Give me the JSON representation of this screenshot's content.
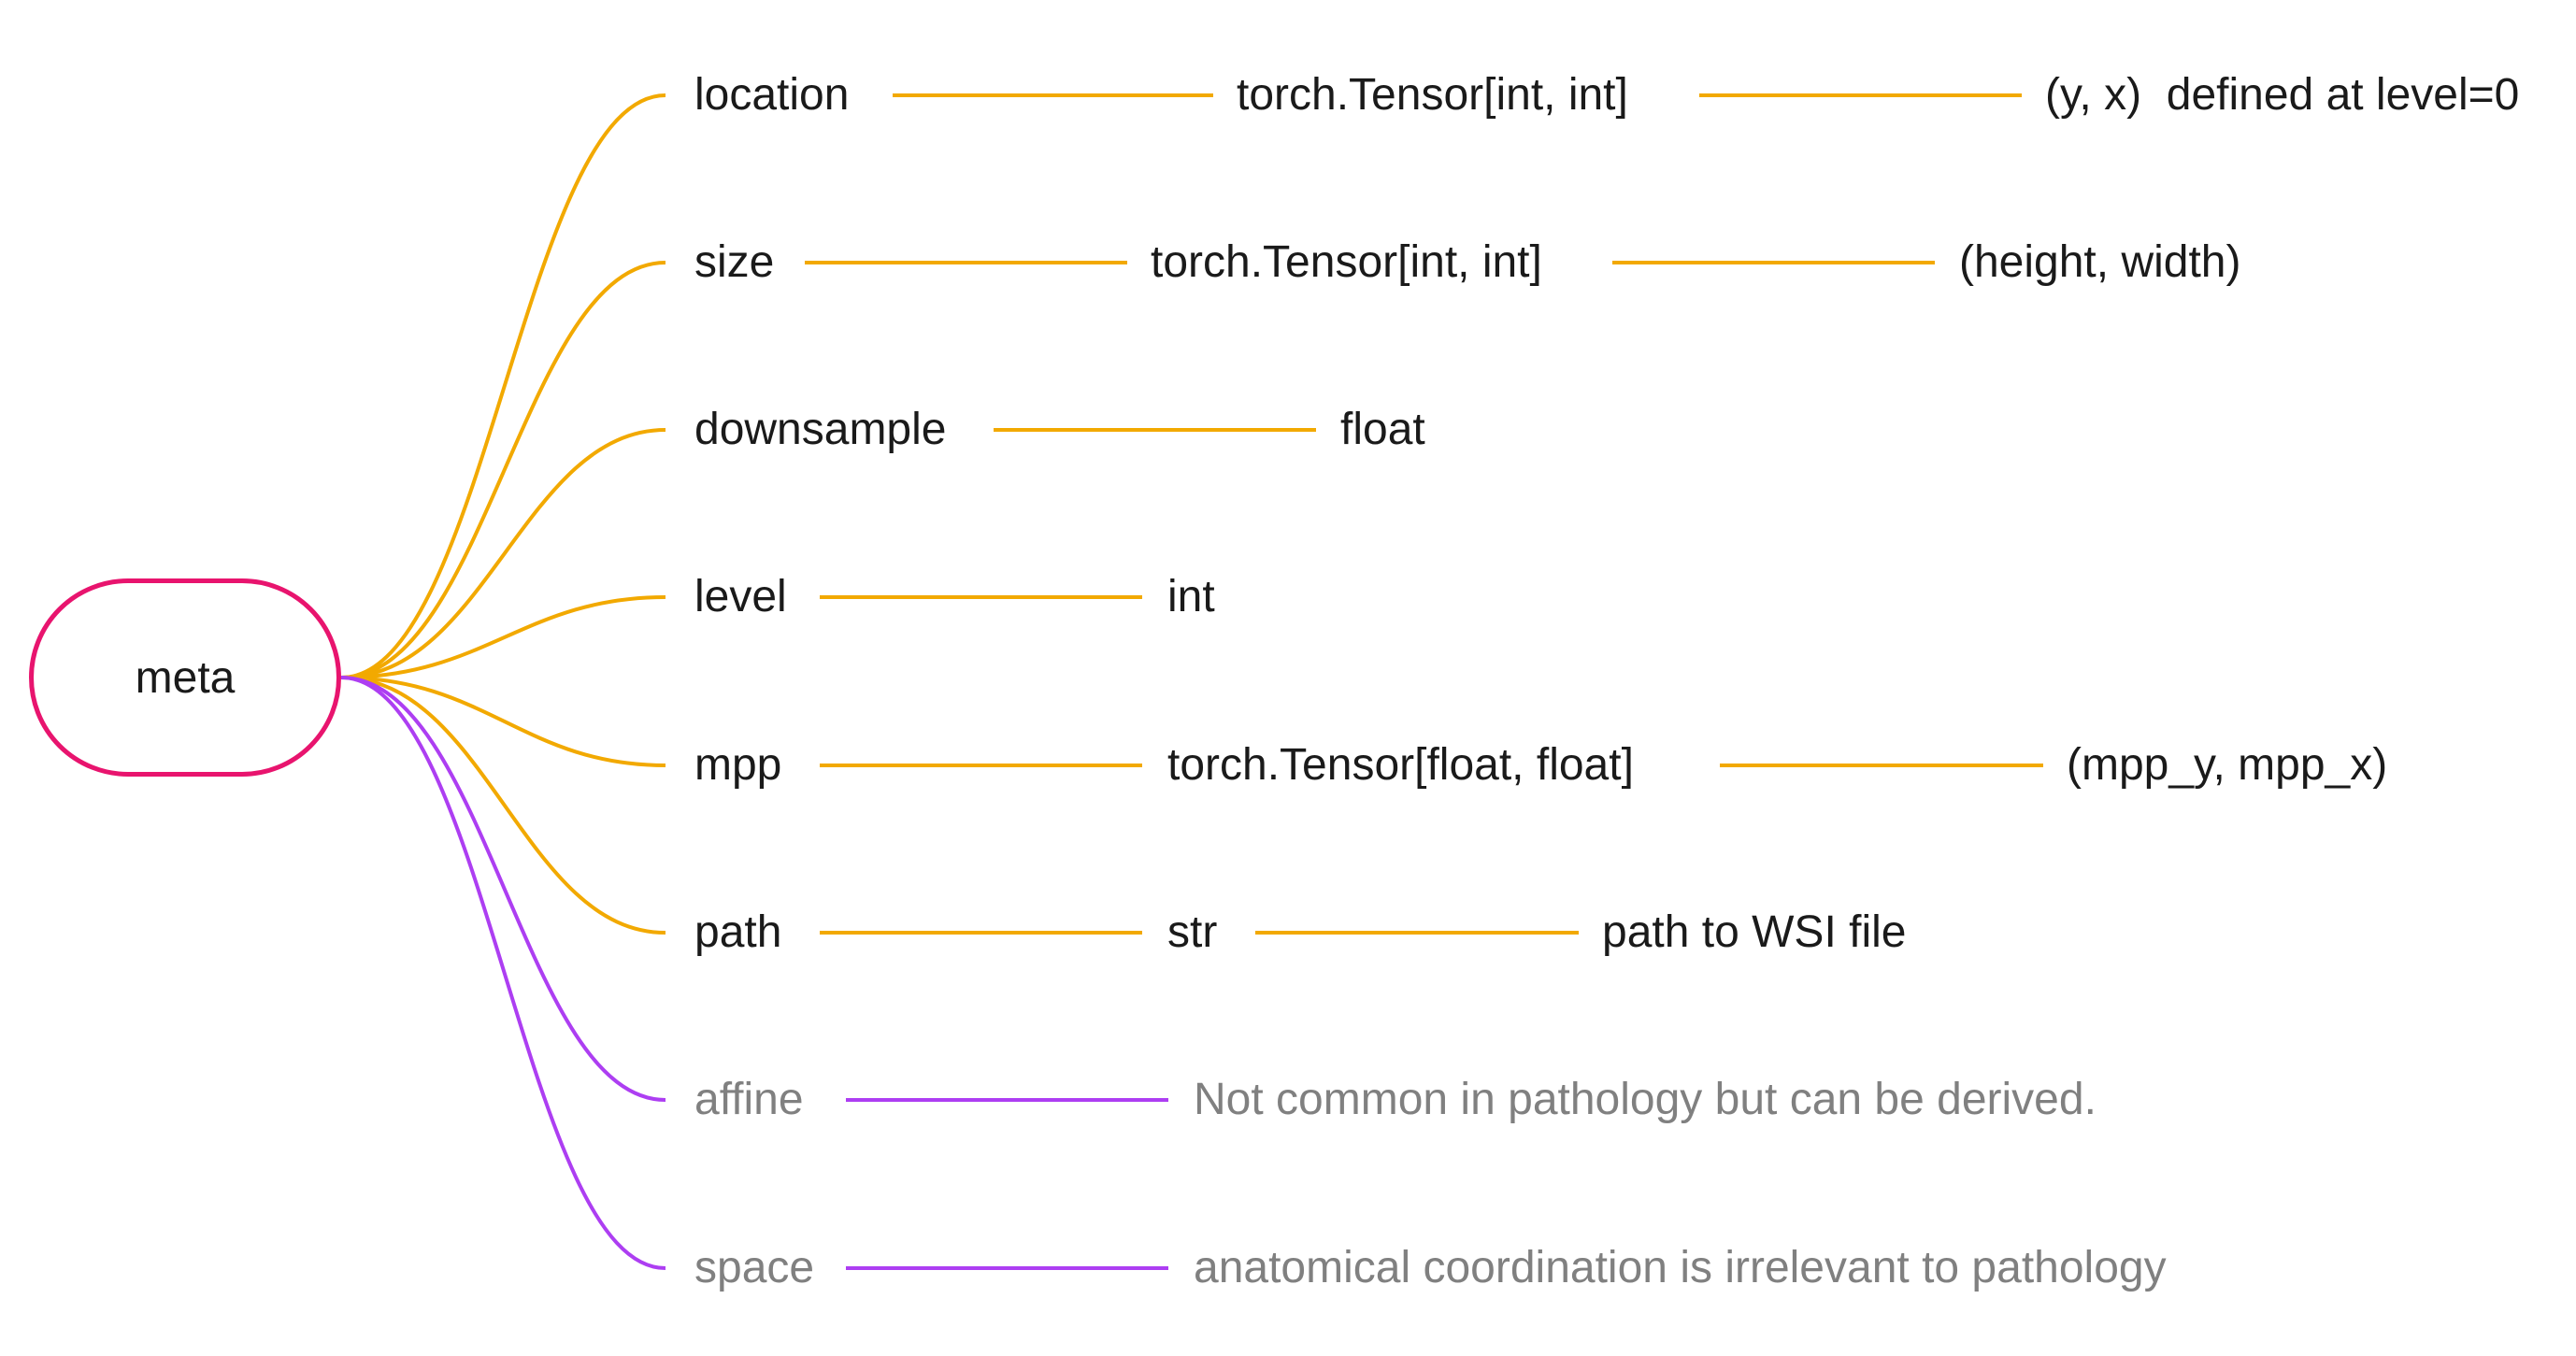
{
  "root": {
    "label": "meta"
  },
  "colors": {
    "root_border": "#e8146e",
    "required": "#f2a900",
    "optional": "#ad3ef2",
    "text": "#1a1a1a",
    "muted_text": "#808080"
  },
  "branches": [
    {
      "id": "location",
      "status": "required",
      "label": "location",
      "type": "torch.Tensor[int, int]",
      "note": "(y, x)  defined at level=0"
    },
    {
      "id": "size",
      "status": "required",
      "label": "size",
      "type": "torch.Tensor[int, int]",
      "note": "(height, width)"
    },
    {
      "id": "downsample",
      "status": "required",
      "label": "downsample",
      "type": "float"
    },
    {
      "id": "level",
      "status": "required",
      "label": "level",
      "type": "int"
    },
    {
      "id": "mpp",
      "status": "required",
      "label": "mpp",
      "type": "torch.Tensor[float, float]",
      "note": "(mpp_y, mpp_x)"
    },
    {
      "id": "path",
      "status": "required",
      "label": "path",
      "type": "str",
      "note": "path to WSI file"
    },
    {
      "id": "affine",
      "status": "optional",
      "label": "affine",
      "note": "Not common in pathology but can be derived."
    },
    {
      "id": "space",
      "status": "optional",
      "label": "space",
      "note": "anatomical coordination is irrelevant to pathology"
    }
  ]
}
